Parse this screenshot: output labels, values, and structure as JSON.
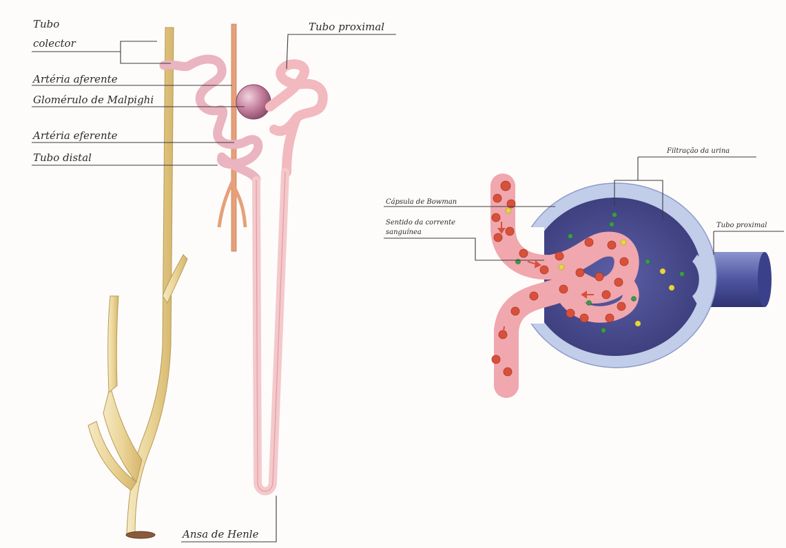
{
  "left_panel": {
    "labels": {
      "tubo_colector_1": "Tubo",
      "tubo_colector_2": "colector",
      "arteria_aferente": "Artéria aferente",
      "glomerulo": "Glomérulo de Malpighi",
      "arteria_eferente": "Artéria eferente",
      "tubo_distal": "Tubo distal",
      "tubo_proximal": "Tubo proximal",
      "ansa_henle": "Ansa de Henle"
    }
  },
  "right_panel": {
    "labels": {
      "filtracao": "Filtração da urina",
      "capsula": "Cápsula de Bowman",
      "sentido_1": "Sentido da corrente",
      "sentido_2": "sanguínea",
      "tubo_proximal": "Tubo proximal"
    }
  },
  "colors": {
    "collecting_duct": "#ecd9a0",
    "artery": "#e9a07e",
    "tubule": "#f3c1c6",
    "capsule_fill": "#4d4f95",
    "capsule_wall": "#b7c6e6",
    "red_cell": "#d9503a",
    "yellow_particle": "#e8d640",
    "green_particle": "#3a9a4a"
  }
}
